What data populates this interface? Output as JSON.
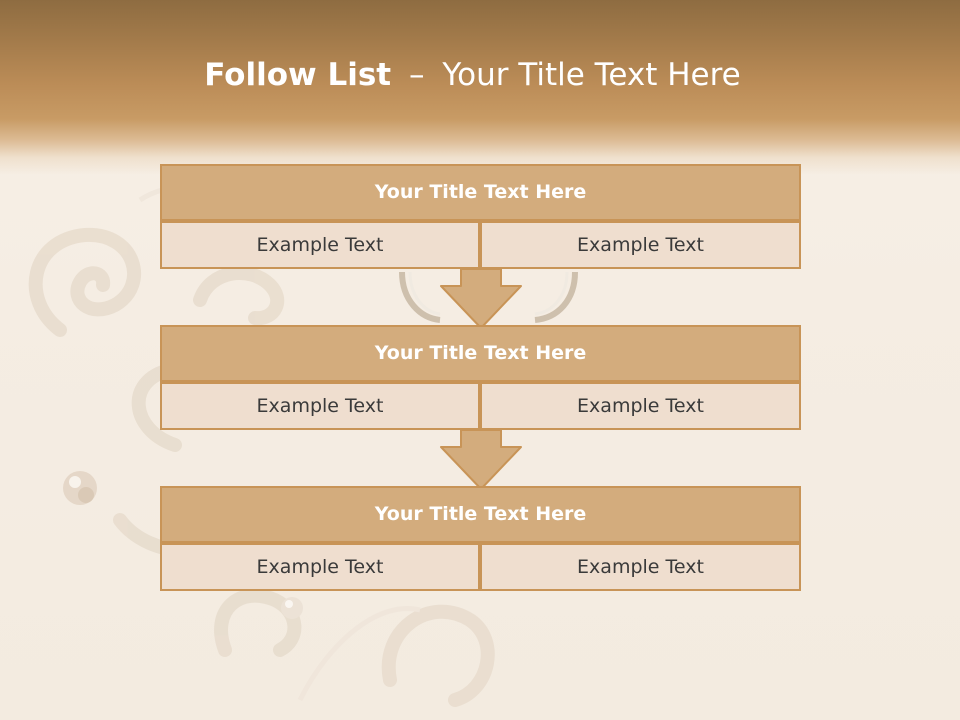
{
  "slide": {
    "title_bold": "Follow List",
    "title_separator": "–",
    "title_rest": "Your Title Text Here"
  },
  "blocks": [
    {
      "title": "Your Title Text Here",
      "left": "Example Text",
      "right": "Example Text"
    },
    {
      "title": "Your Title Text Here",
      "left": "Example Text",
      "right": "Example Text"
    },
    {
      "title": "Your Title Text Here",
      "left": "Example Text",
      "right": "Example Text"
    }
  ],
  "colors": {
    "header": "#bb8c57",
    "title_fill": "#d3ac7d",
    "cell_fill": "#efdecf",
    "border": "#c89457",
    "arrow_fill": "#d3ac7d"
  },
  "icons": [
    "down-arrow-icon"
  ]
}
